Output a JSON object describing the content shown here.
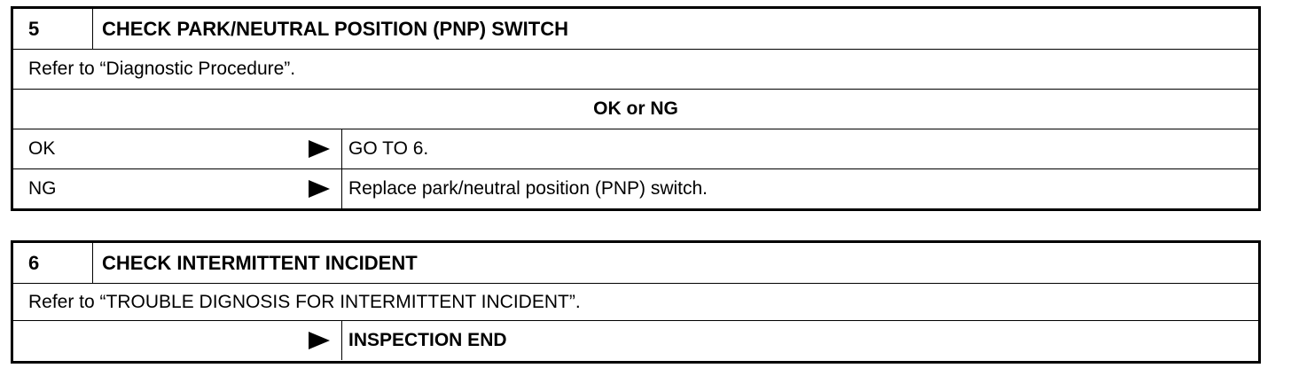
{
  "step5": {
    "number": "5",
    "title": "CHECK PARK/NEUTRAL POSITION (PNP) SWITCH",
    "instruction": "Refer to “Diagnostic Procedure”.",
    "result_heading": "OK or NG",
    "results": [
      {
        "label": "OK",
        "action": "GO TO 6."
      },
      {
        "label": "NG",
        "action": "Replace park/neutral position (PNP) switch."
      }
    ]
  },
  "step6": {
    "number": "6",
    "title": "CHECK INTERMITTENT INCIDENT",
    "instruction": "Refer to “TROUBLE DIGNOSIS FOR INTERMITTENT INCIDENT”.",
    "results": [
      {
        "label": "",
        "action": "INSPECTION END"
      }
    ]
  },
  "icons": {
    "arrow": "right-triangle-arrow-icon"
  }
}
